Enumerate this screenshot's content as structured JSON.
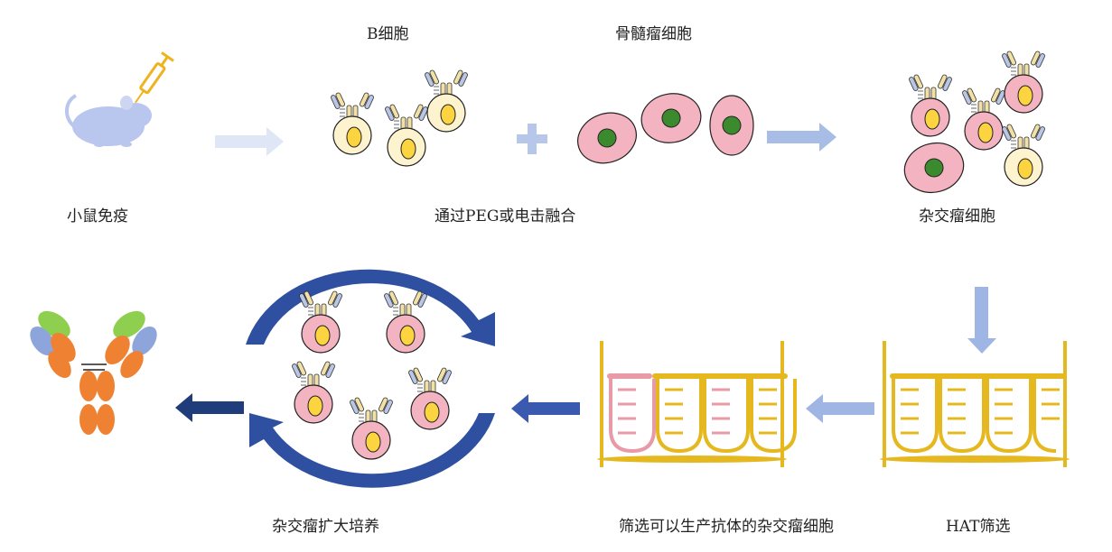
{
  "labels": {
    "b_cell": "B细胞",
    "myeloma": "骨髓瘤细胞",
    "mouse": "小鼠免疫",
    "fusion": "通过PEG或电击融合",
    "hybridoma": "杂交瘤细胞",
    "expansion": "杂交瘤扩大培养",
    "screening": "筛选可以生产抗体的杂交瘤细胞",
    "hat": "HAT筛选"
  },
  "colors": {
    "bcell_fill": "#fdf3cf",
    "hybrid_fill": "#f4b3c0",
    "myeloma_nucleus": "#3c8a2e",
    "nucleus_yellow": "#fbd43f",
    "arrow_light": "#dfe7f7",
    "arrow_mid": "#9fb5e3",
    "arrow_dark": "#2f4fa0",
    "rack_gold": "#e6b81f",
    "tube_pink": "#e89aa6",
    "ab_orange": "#ee8232",
    "ab_blue": "#8ea5dc",
    "ab_green": "#8fcf4f"
  },
  "icons": [
    "mouse-icon",
    "syringe-icon",
    "antibody-icon"
  ]
}
